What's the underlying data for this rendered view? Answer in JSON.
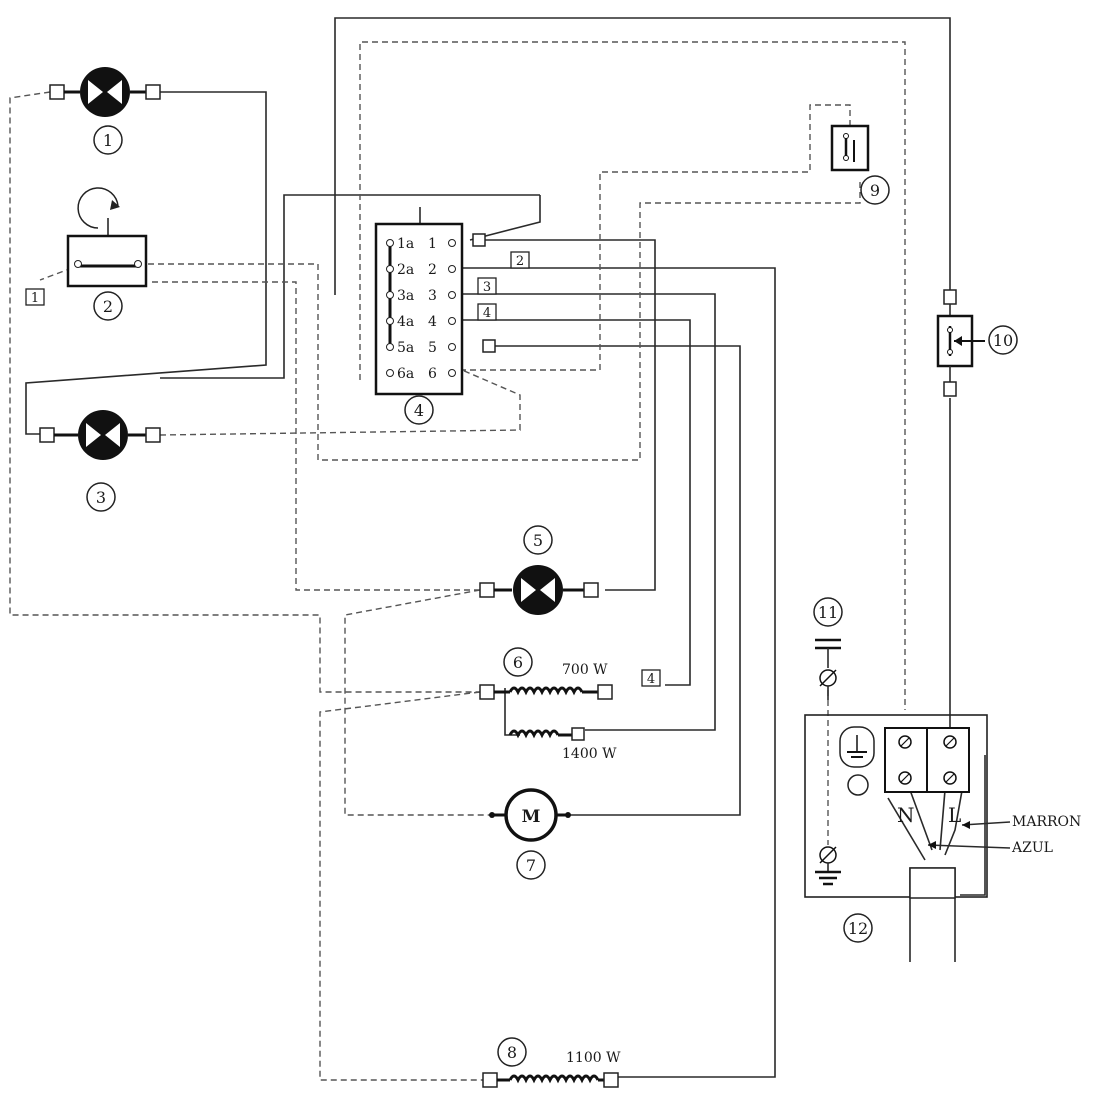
{
  "components": {
    "c1": "1",
    "c2": "2",
    "c3": "3",
    "c4": "4",
    "c5": "5",
    "c6": "6",
    "c7": "7",
    "c8": "8",
    "c9": "9",
    "c10": "10",
    "c11": "11",
    "c12": "12"
  },
  "switch_terminals": {
    "left": [
      "1a",
      "2a",
      "3a",
      "4a",
      "5a",
      "6a"
    ],
    "right": [
      "1",
      "2",
      "3",
      "4",
      "5",
      "6"
    ]
  },
  "wire_tags": {
    "t1": "1",
    "t2": "2",
    "t3": "3",
    "t4a": "4",
    "t4b": "4"
  },
  "ratings": {
    "r700": "700 W",
    "r1400": "1400 W",
    "r1100": "1100 W"
  },
  "motor_label": "M",
  "terminal_block": {
    "neutral": "N",
    "line": "L"
  },
  "cable_labels": {
    "brown": "MARRON",
    "blue": "AZUL"
  }
}
